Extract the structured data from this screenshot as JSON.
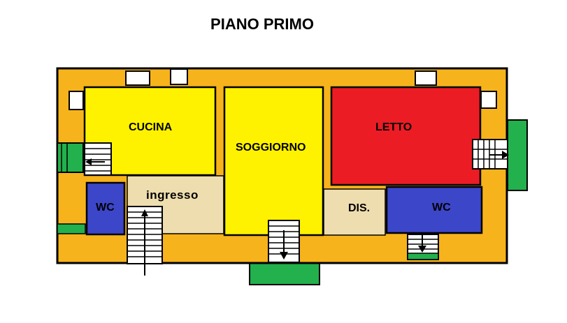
{
  "title": "PIANO PRIMO",
  "rooms": {
    "cucina": "CUCINA",
    "soggiorno": "SOGGIORNO",
    "letto": "LETTO",
    "ingresso": "ingresso",
    "dis": "DIS.",
    "wc_left": "WC",
    "wc_right": "WC"
  },
  "colors": {
    "wall": "#F7B31C",
    "kitchen_living": "#FFF200",
    "bedroom": "#EC1C24",
    "bathroom": "#3C46C8",
    "hall": "#EEDDAE",
    "balcony": "#22B14C"
  }
}
